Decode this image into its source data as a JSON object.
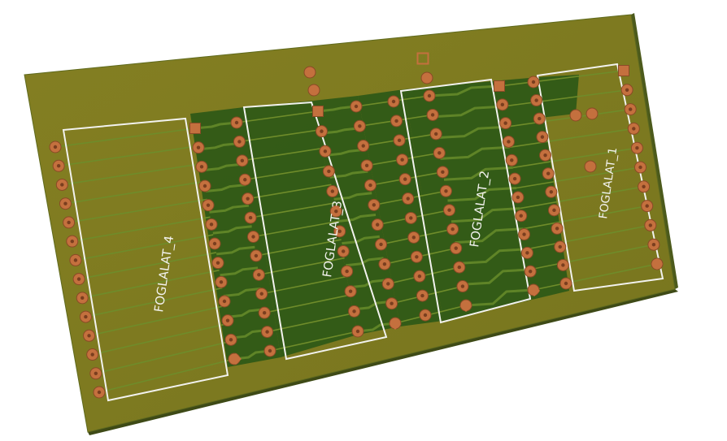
{
  "board": {
    "color": "#7f7a1f",
    "edge_color": "#45501a",
    "silkscreen_color": "#f2f2ee",
    "copper_color": "#c4703e",
    "pour_color": "#2f5a17",
    "trace_color": "#6f8c2a"
  },
  "sockets": [
    {
      "label": "FOGLALAT_4"
    },
    {
      "label": "FOGLALAT_3"
    },
    {
      "label": "FOGLALAT_2"
    },
    {
      "label": "FOGLALAT_1"
    }
  ]
}
